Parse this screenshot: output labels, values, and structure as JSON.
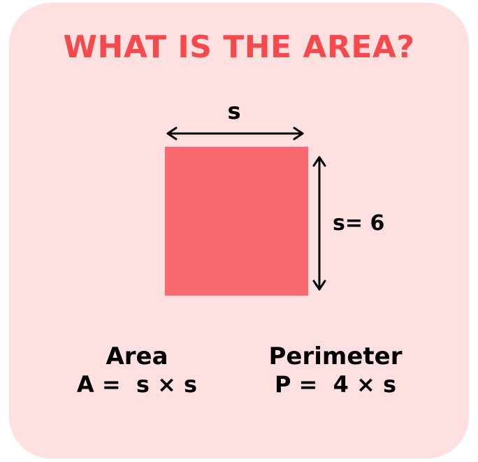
{
  "title": "WHAT IS THE AREA?",
  "diagram": {
    "shape": "square",
    "top_label": "s",
    "side_label": "s= 6",
    "colors": {
      "background": "#ffe0e0",
      "title": "#f44a4d",
      "square": "#f9696e",
      "text": "#000000"
    }
  },
  "formulas": {
    "area": {
      "name": "Area",
      "expression": "A =  s × s"
    },
    "perimeter": {
      "name": "Perimeter",
      "expression": "P =  4 × s"
    }
  }
}
